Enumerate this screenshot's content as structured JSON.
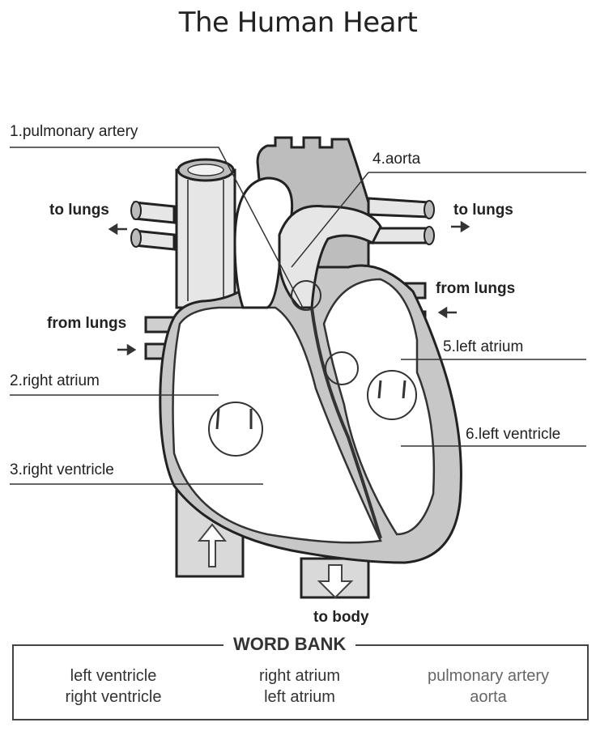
{
  "title": "The Human Heart",
  "labels": [
    {
      "number": "1.",
      "text": "pulmonary artery"
    },
    {
      "number": "4.",
      "text": "aorta"
    },
    {
      "number": "2.",
      "text": "right atrium"
    },
    {
      "number": "5.",
      "text": "left atrium"
    },
    {
      "number": "3.",
      "text": "right ventricle"
    },
    {
      "number": "6.",
      "text": "left ventricle"
    }
  ],
  "flow": {
    "to_lungs_left": "to lungs",
    "to_lungs_right": "to lungs",
    "from_lungs_left": "from lungs",
    "from_lungs_right": "from lungs",
    "to_body": "to body"
  },
  "word_bank": {
    "title": "WORD BANK",
    "columns": [
      [
        "left ventricle",
        "right ventricle"
      ],
      [
        "right atrium",
        "left atrium"
      ],
      [
        "pulmonary artery",
        "aorta"
      ]
    ]
  }
}
